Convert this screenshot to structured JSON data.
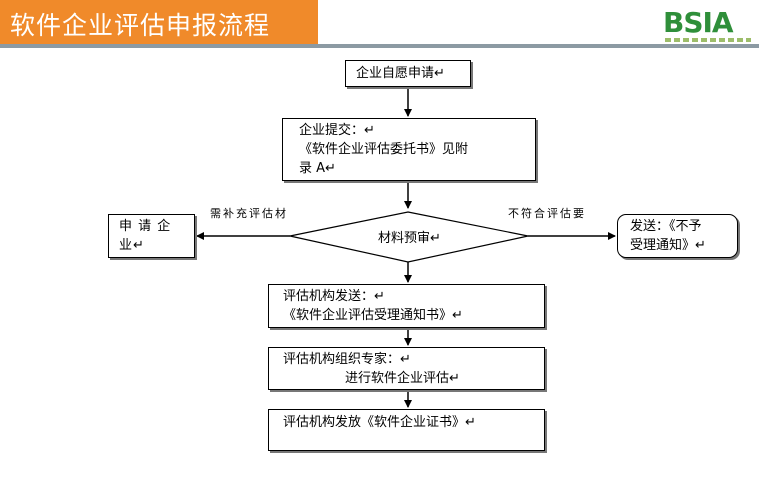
{
  "slide": {
    "title": "软件企业评估申报流程",
    "logo_text": "BSIA",
    "accent_color": "#f08a2a",
    "logo_color": "#2f8f3a"
  },
  "flow": {
    "start": "企业自愿申请↵",
    "submit_line1": "企业提交：↵",
    "submit_line2": "《软件企业评估委托书》见附",
    "submit_line3": "录 A↵",
    "pre_review": "材料预审↵",
    "left_label": "需补充评估材",
    "right_label": "不符合评估要",
    "left_box_line1": "申 请 企",
    "left_box_line2": "业↵",
    "right_box_line1": "发送：《不予",
    "right_box_line2": "受理通知》↵",
    "send_line1": "评估机构发送：↵",
    "send_line2": "《软件企业评估受理通知书》↵",
    "org_line1": "评估机构组织专家：↵",
    "org_line2": "进行软件企业评估↵",
    "issue": "评估机构发放《软件企业证书》↵"
  }
}
